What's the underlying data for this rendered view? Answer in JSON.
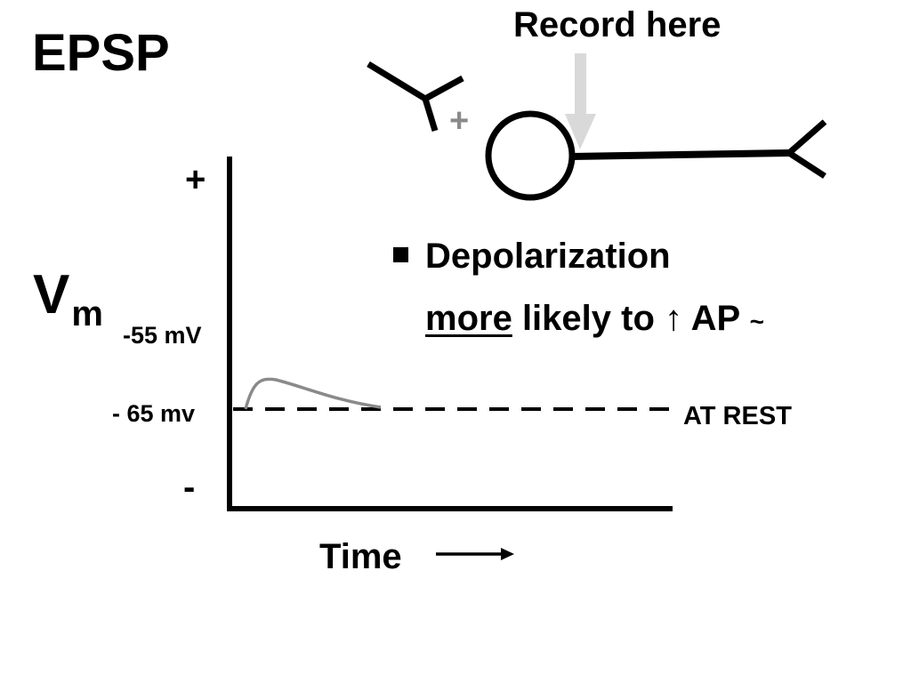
{
  "title": "EPSP",
  "record_label": "Record here",
  "synapse_sign": "+",
  "graph": {
    "y_label_main": "V",
    "y_label_sub": "m",
    "y_plus": "+",
    "y_minus": "-",
    "threshold_label": "-55 mV",
    "rest_value_label": "- 65 mv",
    "rest_label": "AT REST",
    "x_label": "Time"
  },
  "bullet": {
    "line1": "Depolarization",
    "line2_emph": "more",
    "line2_rest": "likely to ↑ AP",
    "line2_tilde": "~"
  },
  "colors": {
    "text": "#000000",
    "epsp_trace": "#8a8a8a",
    "record_arrow": "#d9d9d9",
    "synapse_sign": "#8a8a8a"
  }
}
